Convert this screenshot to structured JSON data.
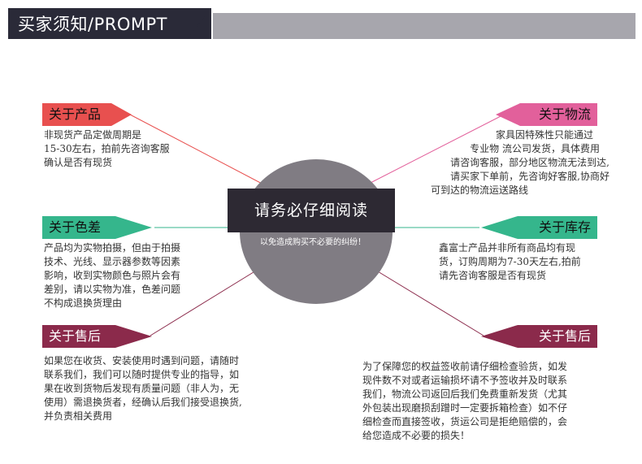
{
  "header": {
    "title": "买家须知/PROMPT"
  },
  "center": {
    "title": "请务必仔细阅读",
    "subtitle": "以免造成购买不必要的纠纷！"
  },
  "colors": {
    "red": "#e8504f",
    "pink": "#e2609b",
    "green": "#35b68c",
    "maroon": "#8b2a4b",
    "dark": "#2a2a38",
    "grey": "#a7a6ad"
  },
  "sections": {
    "product": {
      "label": "关于产品",
      "lines": [
        "非现货产品定做周期是",
        "15-30左右，拍前先咨询客服",
        "确认是否有现货"
      ]
    },
    "logistics": {
      "label": "关于物流",
      "lines": [
        "家具因特殊性只能通过",
        "专业物 流公司发货，具体费用",
        "请咨询客服，部分地区物流无法到达,",
        "请买家下单前，先咨询好客服,协商好",
        "可到达的物流运送路线"
      ]
    },
    "color": {
      "label": "关于色差",
      "lines": [
        "产品均为实物拍摄，但由于拍摄",
        "技术、光线、显示器参数等因素",
        "影响，收到实物颜色与照片会有",
        "差别，请以实物为准，色差问题",
        "不构成退换货理由"
      ]
    },
    "stock": {
      "label": "关于库存",
      "lines": [
        "鑫富士产品并非所有商品均有现",
        "货，订购周期为7-30天左右,拍前",
        "请先咨询客服是否有现货"
      ]
    },
    "aftersale_left": {
      "label": "关于售后",
      "lines": [
        "如果您在收货、安装使用时遇到问题，请随时",
        "联系我们，我们可以随时提供专业的指导，如",
        "果在收到货物后发现有质量问题（非人为，无",
        "使用）需退换货者，经确认后我们接受退换货,",
        "并负责相关费用"
      ]
    },
    "aftersale_right": {
      "label": "关于售后",
      "lines": [
        "为了保障您的权益签收前请仔细检查验货，如发",
        "现件数不对或者运输损坏请不予签收并及时联系",
        "我们，物流公司返回后我们免费重新发货（尤其",
        "外包装出现磨损刮蹭时一定要拆箱检查）如不仔",
        "细检查而直接签收，货运公司是拒绝赔偿的，会",
        "给您造成不必要的损失！"
      ]
    }
  }
}
